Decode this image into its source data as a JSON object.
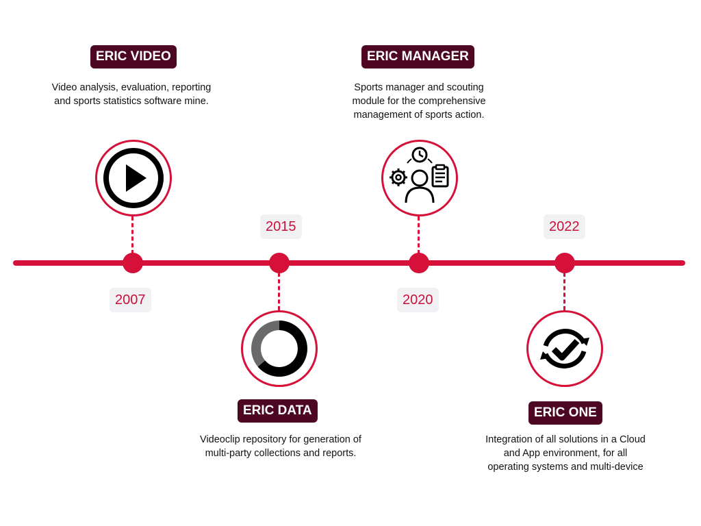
{
  "colors": {
    "accent": "#d5113a",
    "label_bg": "#4d0722",
    "year_bg": "#f1f1f4",
    "year_text": "#c8103a"
  },
  "milestones": [
    {
      "year": "2007",
      "title": "ERIC VIDEO",
      "description": "Video analysis, evaluation, reporting and sports statistics software mine.",
      "icon": "play-icon"
    },
    {
      "year": "2015",
      "title": "ERIC DATA",
      "description": "Videoclip repository for generation of multi-party collections and reports.",
      "icon": "donut-chart-icon"
    },
    {
      "year": "2020",
      "title": "ERIC MANAGER",
      "description": "Sports manager and scouting module for the comprehensive management of sports action.",
      "icon": "manager-icon"
    },
    {
      "year": "2022",
      "title": "ERIC ONE",
      "description": "Integration of all solutions in a Cloud and App environment, for all operating systems and multi-device",
      "icon": "check-sync-icon"
    }
  ]
}
